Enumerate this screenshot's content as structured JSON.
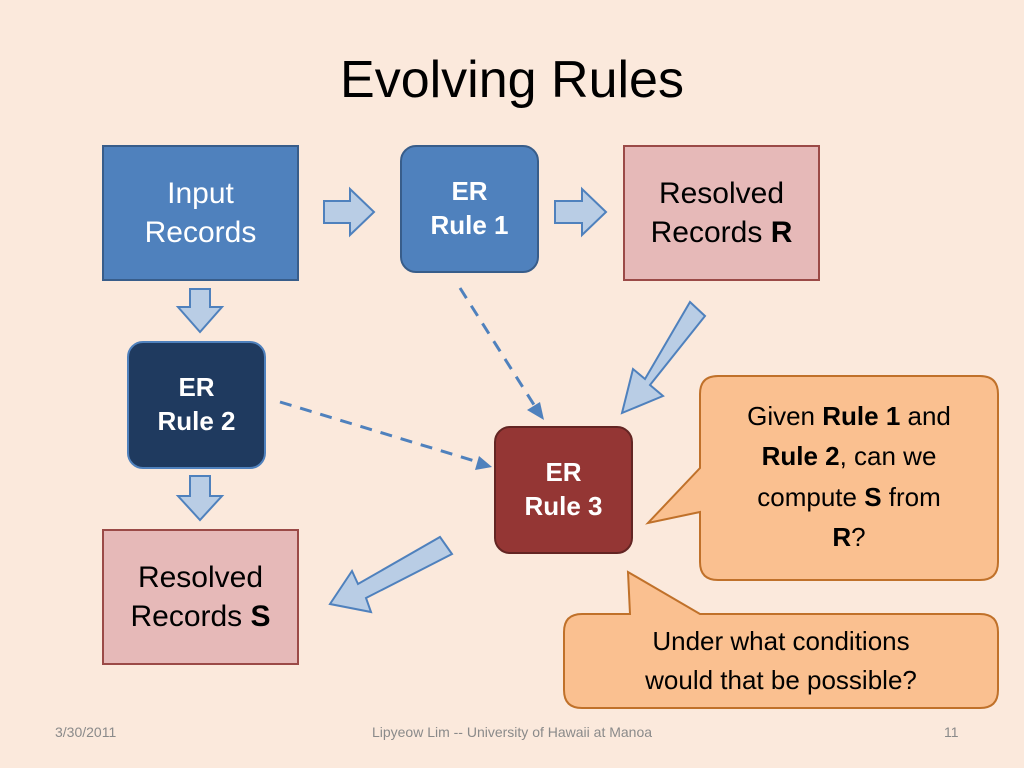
{
  "title": "Evolving Rules",
  "boxes": {
    "input": {
      "line1": "Input",
      "line2": "Records"
    },
    "rule1": {
      "line1": "ER",
      "line2": "Rule 1"
    },
    "resolved_r": {
      "line1": "Resolved",
      "line2_prefix": "Records ",
      "line2_bold": "R"
    },
    "rule2": {
      "line1": "ER",
      "line2": "Rule 2"
    },
    "rule3": {
      "line1": "ER",
      "line2": "Rule 3"
    },
    "resolved_s": {
      "line1": "Resolved",
      "line2_prefix": "Records ",
      "line2_bold": "S"
    }
  },
  "callouts": {
    "question": {
      "p1": "Given ",
      "b1": "Rule 1",
      "p2": " and",
      "b2": "Rule 2",
      "p3": ", can we",
      "p4": "compute ",
      "b3": "S",
      "p5": " from",
      "b4": "R",
      "p6": "?"
    },
    "conditions": {
      "line1": "Under what conditions",
      "line2": "would that be possible?"
    }
  },
  "footer": {
    "date": "3/30/2011",
    "author": "Lipyeow Lim -- University of Hawaii at Manoa",
    "page": "11"
  },
  "colors": {
    "background": "#fbe9dc",
    "blue_box": "#4f81bd",
    "dark_blue_box": "#1f3a5f",
    "pink_box": "#e6b9b8",
    "red_box": "#943634",
    "callout": "#fac090",
    "arrow": "#b9cde5"
  }
}
